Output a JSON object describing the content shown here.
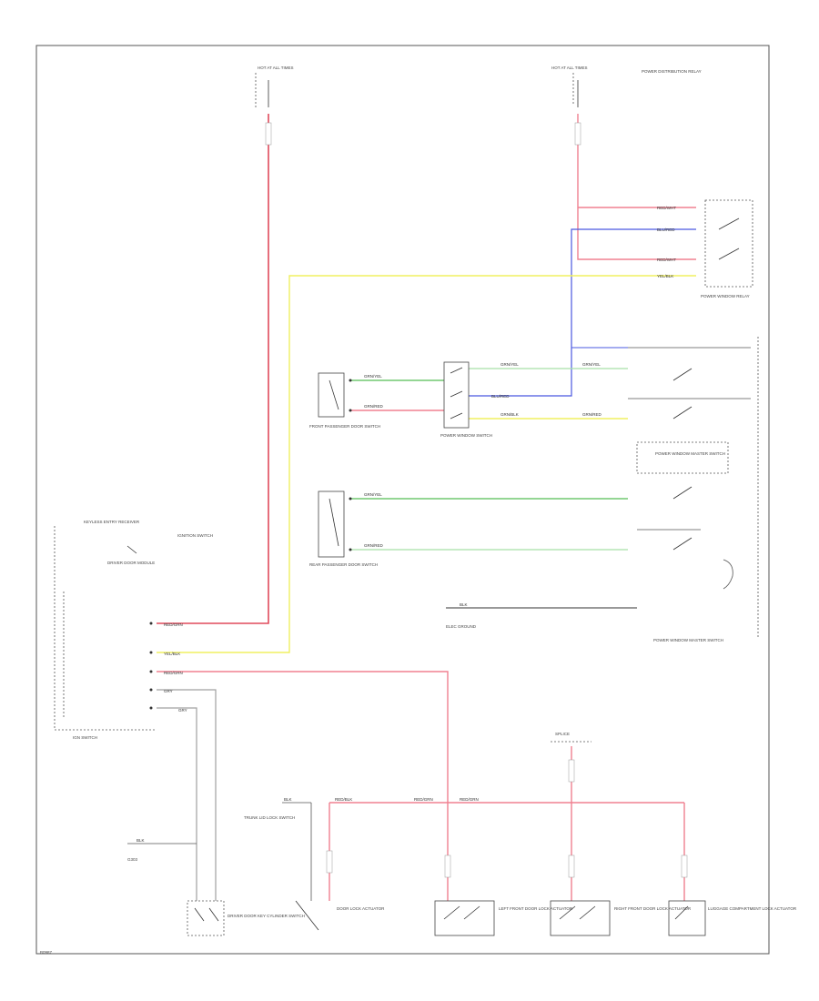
{
  "labels": {
    "fuse_left_title": "HOT AT ALL TIMES",
    "fuse_right_title": "HOT AT ALL TIMES",
    "fuse_right_note": "POWER DISTRIBUTION RELAY",
    "relay_block": "POWER WINDOW RELAY",
    "dsw_front_left": "FRONT PASSENGER DOOR SWITCH",
    "front_passenger_window_sw": "POWER WINDOW SWITCH",
    "dsw_rear_left": "REAR PASSENGER DOOR SWITCH",
    "master_switch": "POWER WINDOW MASTER SWITCH",
    "master_switch_inner": "POWER WINDOW MASTER SWITCH",
    "ground_note": "ELEC GROUND",
    "module_title": "KEYLESS ENTRY RECEIVER",
    "module_relay": "IGNITION SWITCH",
    "module_bottom": "IGN SWITCH",
    "module_connector": "DRIVER DOOR MODULE",
    "key_sw": "DRIVER DOOR KEY CYLINDER SWITCH",
    "trunk_sw": "TRUNK LID LOCK SWITCH",
    "ground_left": "G303",
    "key_lock_actuator": "DOOR LOCK ACTUATOR",
    "lf_actuator": "LEFT FRONT DOOR LOCK ACTUATOR",
    "rf_actuator": "RIGHT FRONT DOOR LOCK ACTUATOR",
    "rear_actuator": "LUGGAGE COMPARTMENT LOCK ACTUATOR",
    "splice_top": "SPLICE",
    "page_code": "B0987"
  },
  "wires": {
    "w_red_left": "RED/GRN",
    "w_red_wht": "RED/WHT",
    "w_blu": "BLU/RED",
    "w_red2": "RED/WHT",
    "w_yel": "YEL/BLK",
    "w_grn1": "GRN/YEL",
    "w_red3": "GRN/RED",
    "w_grn2": "GRN/YEL",
    "w_blu2": "BLU/RED",
    "w_yel2": "GRN/BLK",
    "w_grn3": "GRN/YEL",
    "w_grn4": "GRN/RED",
    "w_grn_r1": "GRN/YEL",
    "w_grn_r2": "GRN/RED",
    "w_blk": "BLK",
    "w_mod_red": "RED/GRN",
    "w_mod_yel": "YEL/BLK",
    "w_mod_pink": "RED/GRN",
    "w_mod_gry": "GRY",
    "w_mod_gry2": "GRY",
    "w_blk_left": "BLK",
    "w_blk_lock": "BLK",
    "w_red_lock": "RED/BLK",
    "w_red_bus": "RED/GRN",
    "w_red_bus2": "RED/GRN"
  },
  "colors": {
    "red": "#e04a5c",
    "pink": "#f08090",
    "blue": "#4a58e0",
    "green": "#70c870",
    "yellow": "#f0f060",
    "gray": "#a0a0a0",
    "black": "#333333"
  }
}
